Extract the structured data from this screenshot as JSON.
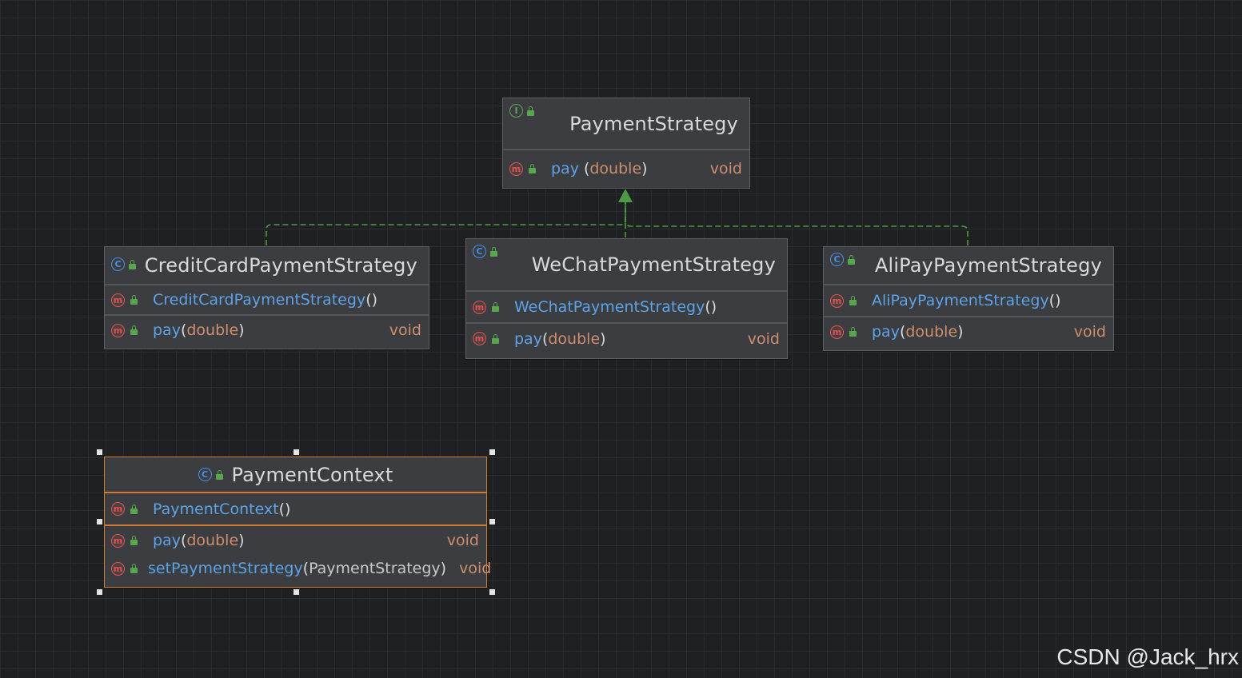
{
  "diagram": {
    "interface": {
      "badge": "I",
      "name": "PaymentStrategy",
      "members": [
        {
          "name": "pay",
          "param": "double",
          "return_type": "void"
        }
      ]
    },
    "implementations": [
      {
        "badge": "C",
        "name": "CreditCardPaymentStrategy",
        "members": [
          {
            "name": "CreditCardPaymentStrategy",
            "param": "",
            "return_type": ""
          },
          {
            "name": "pay",
            "param": "double",
            "return_type": "void"
          }
        ]
      },
      {
        "badge": "C",
        "name": "WeChatPaymentStrategy",
        "members": [
          {
            "name": "WeChatPaymentStrategy",
            "param": "",
            "return_type": ""
          },
          {
            "name": "pay",
            "param": "double",
            "return_type": "void"
          }
        ]
      },
      {
        "badge": "C",
        "name": "AliPayPaymentStrategy",
        "members": [
          {
            "name": "AliPayPaymentStrategy",
            "param": "",
            "return_type": ""
          },
          {
            "name": "pay",
            "param": "double",
            "return_type": "void"
          }
        ]
      }
    ],
    "context": {
      "badge": "C",
      "name": "PaymentContext",
      "members": [
        {
          "name": "PaymentContext",
          "param": "",
          "return_type": ""
        },
        {
          "name": "pay",
          "param": "double",
          "return_type": "void"
        },
        {
          "name": "setPaymentStrategy",
          "param": "PaymentStrategy",
          "return_type": "void"
        }
      ]
    },
    "method_badge": "m",
    "paren_open": "(",
    "paren_close": ")"
  },
  "colors": {
    "background": "#1f2022",
    "node_fill": "#3b3d40",
    "selected_border": "#d07b2f",
    "method_name": "#5ea3e8",
    "param_type": "#cf8e6d",
    "realization_edge": "#4f9a48"
  },
  "icons": {
    "interface": "interface-icon",
    "class": "class-icon",
    "method": "method-icon",
    "visibility": "public-lock-icon"
  },
  "watermark": "CSDN @Jack_hrx"
}
